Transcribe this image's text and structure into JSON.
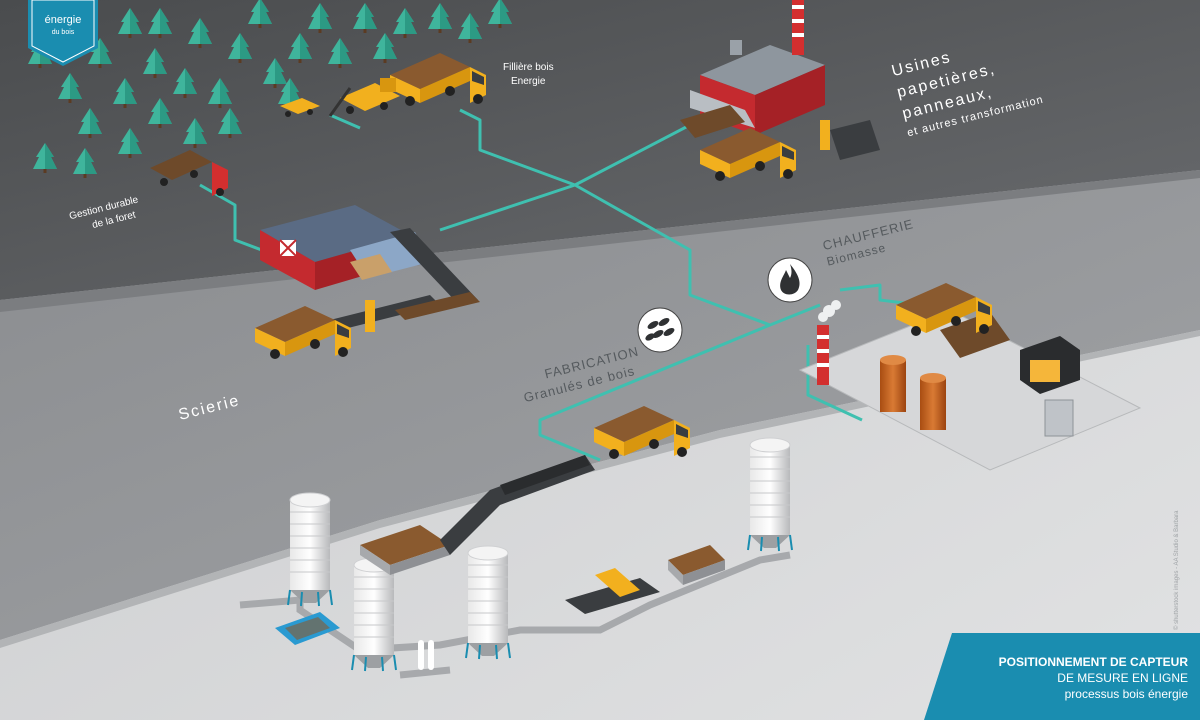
{
  "badge": {
    "line1": "énergie",
    "line2": "du bois",
    "color": "#1a8db0"
  },
  "labels": {
    "filiere": [
      "Fillière bois",
      "Energie"
    ],
    "gestion": [
      "Gestion durable",
      "de la foret"
    ],
    "usines": [
      "Usines",
      "papetières,",
      "panneaux,",
      "et autres transformation"
    ],
    "scierie": "Scierie",
    "chaufferie": [
      "CHAUFFERIE",
      "Biomasse"
    ],
    "fabrication": [
      "FABRICATION",
      "Granulés de bois"
    ]
  },
  "icons": [
    "pellet-icon",
    "flame-icon",
    "silo-icon",
    "truck-icon",
    "tree-icon",
    "factory-icon",
    "boiler-icon",
    "conveyor-icon"
  ],
  "info_box": {
    "line1": "POSITIONNEMENT DE CAPTEUR",
    "line2": "DE MESURE EN LIGNE",
    "line3": "processus bois énergie"
  },
  "credit": "© shutterstock images - AA Studio & Barbara",
  "colors": {
    "accent": "#1a8db0",
    "network": "#3fc0b0",
    "forest": "#555759",
    "truck": "#f2b01e",
    "barn_red": "#c42a2f",
    "chimney_red": "#d32f2f",
    "boiler_orange": "#c8611e"
  }
}
